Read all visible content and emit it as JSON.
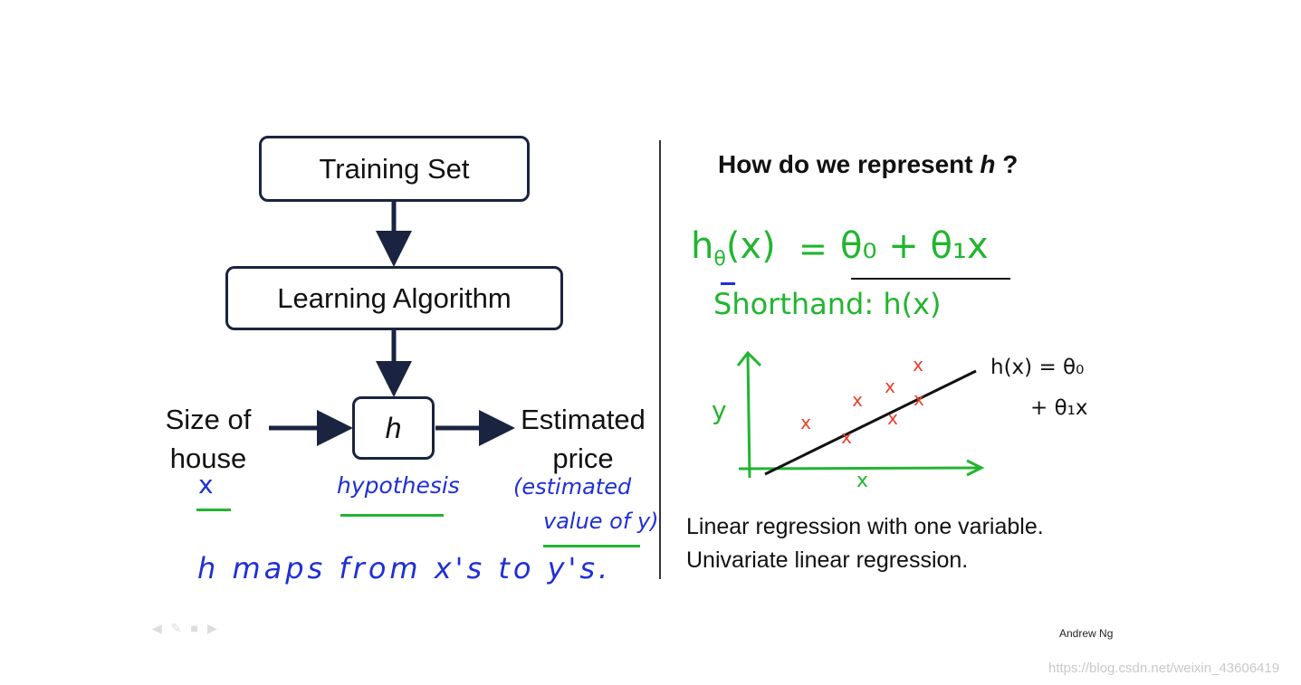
{
  "flow": {
    "training_set": "Training Set",
    "learning_algorithm": "Learning Algorithm",
    "hypothesis_symbol": "h",
    "input_label_line1": "Size of",
    "input_label_line2": "house",
    "output_label_line1": "Estimated",
    "output_label_line2": "price"
  },
  "annotations_left": {
    "x_mark": "x",
    "hypothesis": "hypothesis",
    "estimated_line1": "(estimated",
    "estimated_line2": "value of y)",
    "maps_sentence": "h  maps  from  x's  to y's."
  },
  "right": {
    "question_prefix": "How do we represent ",
    "question_symbol": "h",
    "question_suffix": " ?",
    "formula_lhs": "hθ(x)",
    "formula_lhs_base": "h",
    "formula_lhs_sub": "θ",
    "formula_lhs_arg": "(x)",
    "formula_equals": "=",
    "formula_rhs": "θ₀ + θ₁x",
    "shorthand": "Shorthand: h(x)",
    "plot_y": "y",
    "plot_x": "x",
    "plot_line_label_1": "h(x) = θ₀",
    "plot_line_label_2": "+ θ₁x",
    "caption_1": "Linear regression with one variable.",
    "caption_2": "Univariate linear regression."
  },
  "footer": {
    "author": "Andrew Ng",
    "watermark": "https://blog.csdn.net/weixin_43606419"
  },
  "colors": {
    "box_border": "#1a2440",
    "arrow": "#1a2440",
    "ink_blue": "#1f2fd6",
    "ink_green": "#22b530",
    "ink_red": "#e8402a",
    "ink_black": "#111111"
  },
  "scatter_marks": "x"
}
